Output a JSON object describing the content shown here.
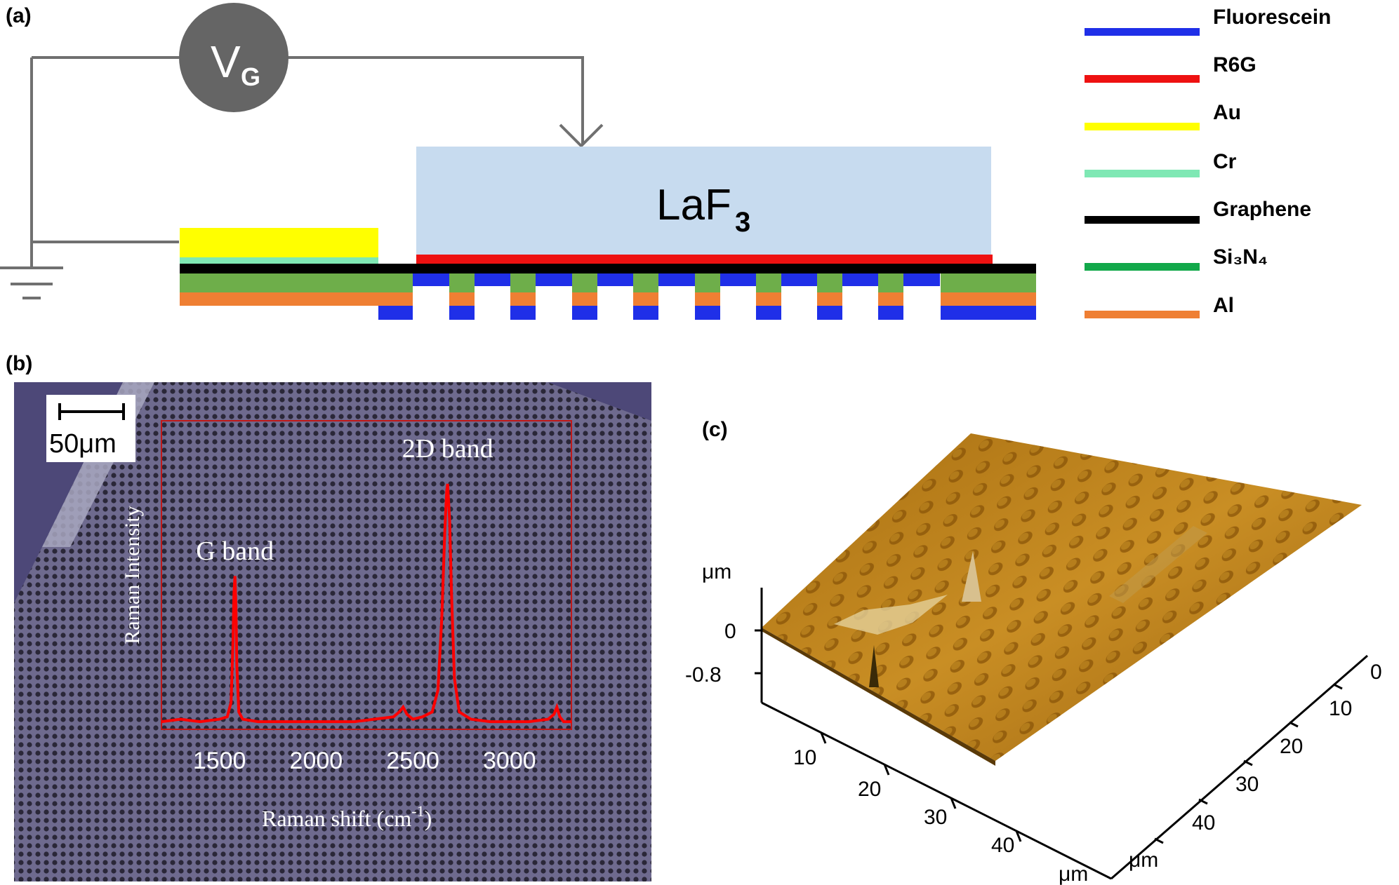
{
  "panel_labels": {
    "a": "(a)",
    "b": "(b)",
    "c": "(c)"
  },
  "schematic": {
    "voltage_label": "V",
    "voltage_subscript": "G",
    "laf3_label": "LaF",
    "laf3_subscript": "3"
  },
  "legend": [
    {
      "label": "Fluorescein",
      "color": "#1f2fe8"
    },
    {
      "label": "R6G",
      "color": "#ee1111"
    },
    {
      "label": "Au",
      "color": "#ffff00"
    },
    {
      "label": "Cr",
      "color": "#7fe8b4"
    },
    {
      "label": "Graphene",
      "color": "#000000"
    },
    {
      "label": "Si₃N₄",
      "color": "#12a84a"
    },
    {
      "label": "Al",
      "color": "#ef7f33"
    }
  ],
  "micrograph": {
    "scale_bar_label": "50μm"
  },
  "chart_data": {
    "type": "line",
    "title": "",
    "xlabel": "Raman shift (cm",
    "xlabel_superscript": "-1",
    "xlabel_suffix": ")",
    "ylabel": "Raman Intensity",
    "xlim": [
      1200,
      3320
    ],
    "ylim": [
      0,
      1
    ],
    "xticks": [
      1500,
      2000,
      2500,
      3000
    ],
    "annotations": [
      {
        "text": "G band",
        "x": 1580
      },
      {
        "text": "2D band",
        "x": 2680
      }
    ],
    "series": [
      {
        "color": "#ff0000",
        "x": [
          1200,
          1300,
          1400,
          1500,
          1540,
          1560,
          1570,
          1575,
          1580,
          1585,
          1590,
          1600,
          1620,
          1700,
          1800,
          1900,
          2000,
          2100,
          2200,
          2300,
          2400,
          2430,
          2450,
          2470,
          2500,
          2550,
          2600,
          2630,
          2650,
          2665,
          2675,
          2680,
          2690,
          2700,
          2715,
          2740,
          2800,
          2900,
          3000,
          3100,
          3200,
          3230,
          3245,
          3260,
          3280,
          3320
        ],
        "y": [
          0.02,
          0.03,
          0.02,
          0.03,
          0.04,
          0.1,
          0.35,
          0.55,
          0.62,
          0.5,
          0.25,
          0.06,
          0.03,
          0.02,
          0.02,
          0.02,
          0.02,
          0.02,
          0.02,
          0.03,
          0.04,
          0.06,
          0.08,
          0.05,
          0.03,
          0.04,
          0.06,
          0.15,
          0.45,
          0.8,
          0.97,
          1.0,
          0.85,
          0.55,
          0.2,
          0.06,
          0.03,
          0.02,
          0.02,
          0.02,
          0.03,
          0.05,
          0.08,
          0.04,
          0.02,
          0.02
        ]
      }
    ]
  },
  "afm": {
    "z_unit": "μm",
    "z_ticks": [
      "0",
      "-0.8"
    ],
    "x_ticks": [
      "10",
      "20",
      "30",
      "40"
    ],
    "x_unit": "μm",
    "y_ticks": [
      "0",
      "10",
      "20",
      "30",
      "40"
    ],
    "y_unit": "μm"
  }
}
